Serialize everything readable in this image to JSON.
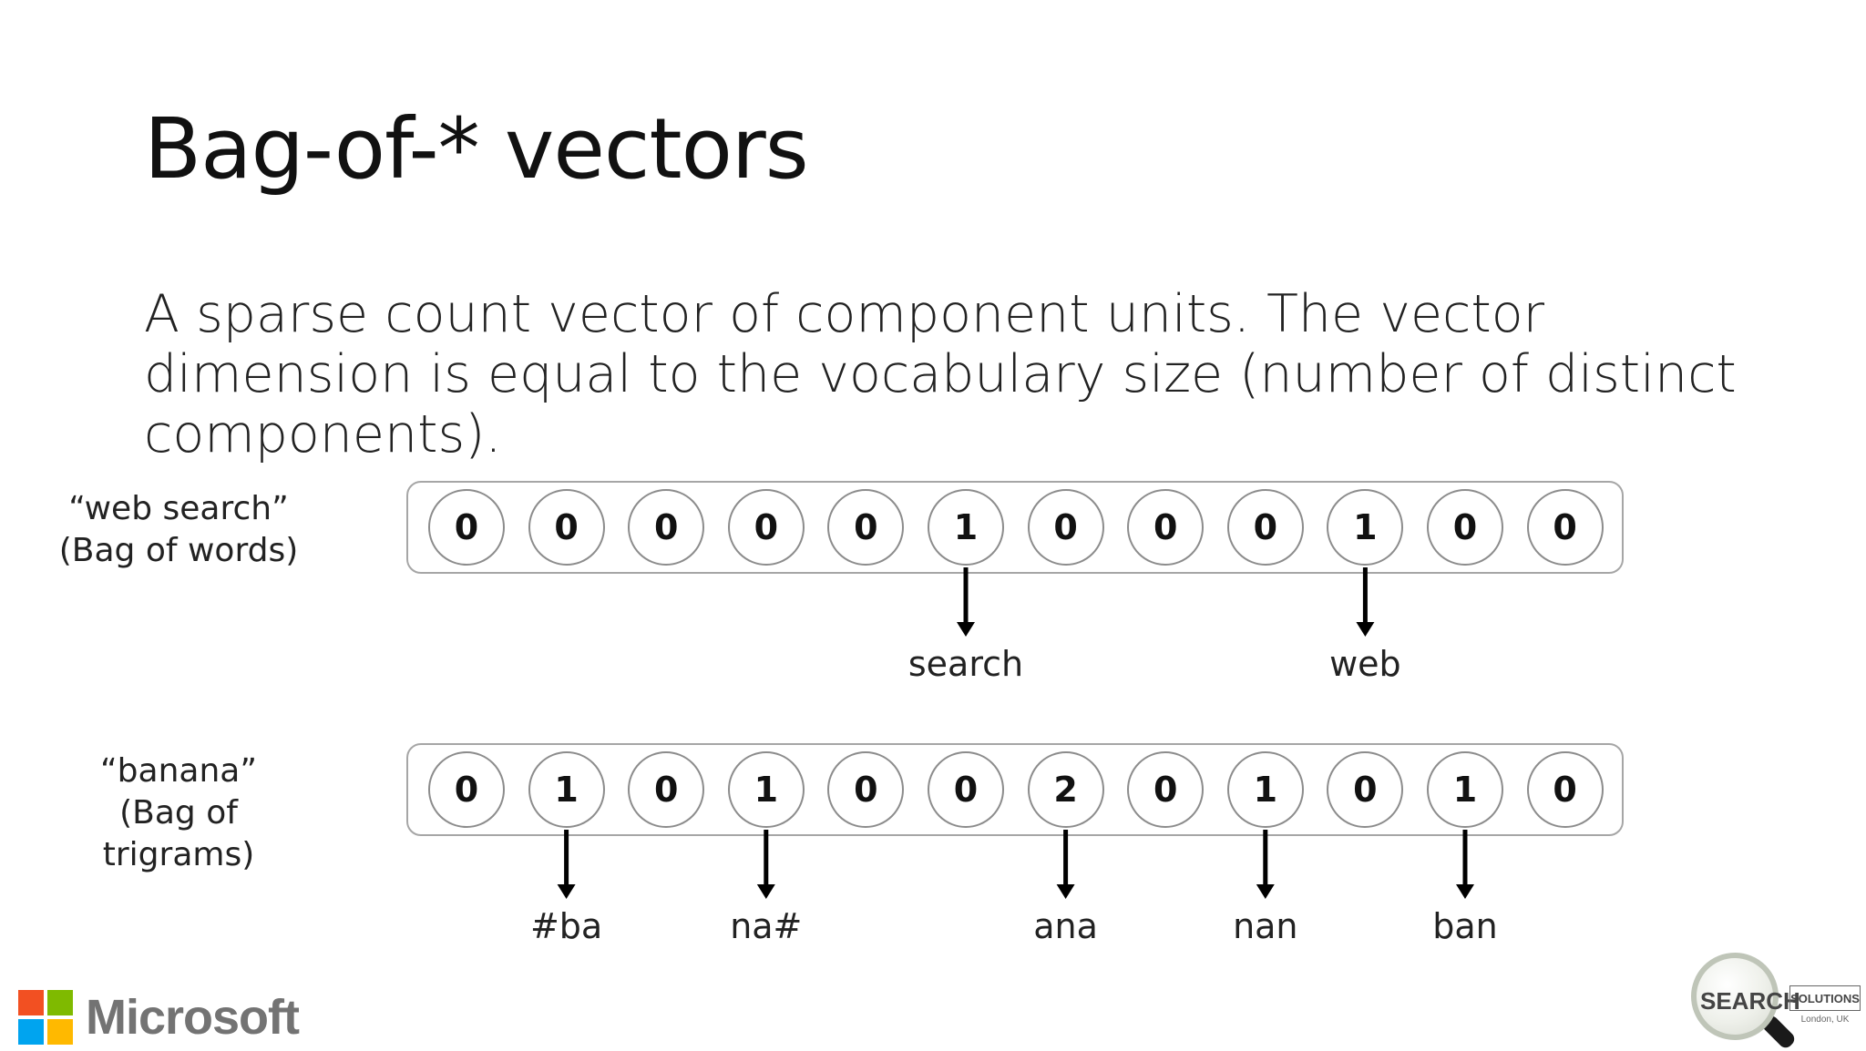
{
  "title": "Bag-of-* vectors",
  "body": "A sparse count vector of component units. The vector dimension is equal to the vocabulary size (number of distinct components).",
  "rows": [
    {
      "label_line1": "“web search”",
      "label_line2": "(Bag of words)",
      "values": [
        "0",
        "0",
        "0",
        "0",
        "0",
        "1",
        "0",
        "0",
        "0",
        "1",
        "0",
        "0"
      ],
      "features": [
        {
          "cell": 5,
          "text": "search"
        },
        {
          "cell": 9,
          "text": "web"
        }
      ]
    },
    {
      "label_line1": "“banana”",
      "label_line2": "(Bag of trigrams)",
      "values": [
        "0",
        "1",
        "0",
        "1",
        "0",
        "0",
        "2",
        "0",
        "1",
        "0",
        "1",
        "0"
      ],
      "features": [
        {
          "cell": 1,
          "text": "#ba"
        },
        {
          "cell": 3,
          "text": "na#"
        },
        {
          "cell": 6,
          "text": "ana"
        },
        {
          "cell": 8,
          "text": "nan"
        },
        {
          "cell": 10,
          "text": "ban"
        }
      ]
    }
  ],
  "logos": {
    "microsoft": "Microsoft",
    "search_solutions_main": "SEARCH",
    "search_solutions_box": "SOLUTIONS",
    "search_solutions_sub": "London, UK"
  },
  "colors": {
    "ms_red": "#f25022",
    "ms_green": "#7fba00",
    "ms_blue": "#00a4ef",
    "ms_yellow": "#ffb900"
  }
}
